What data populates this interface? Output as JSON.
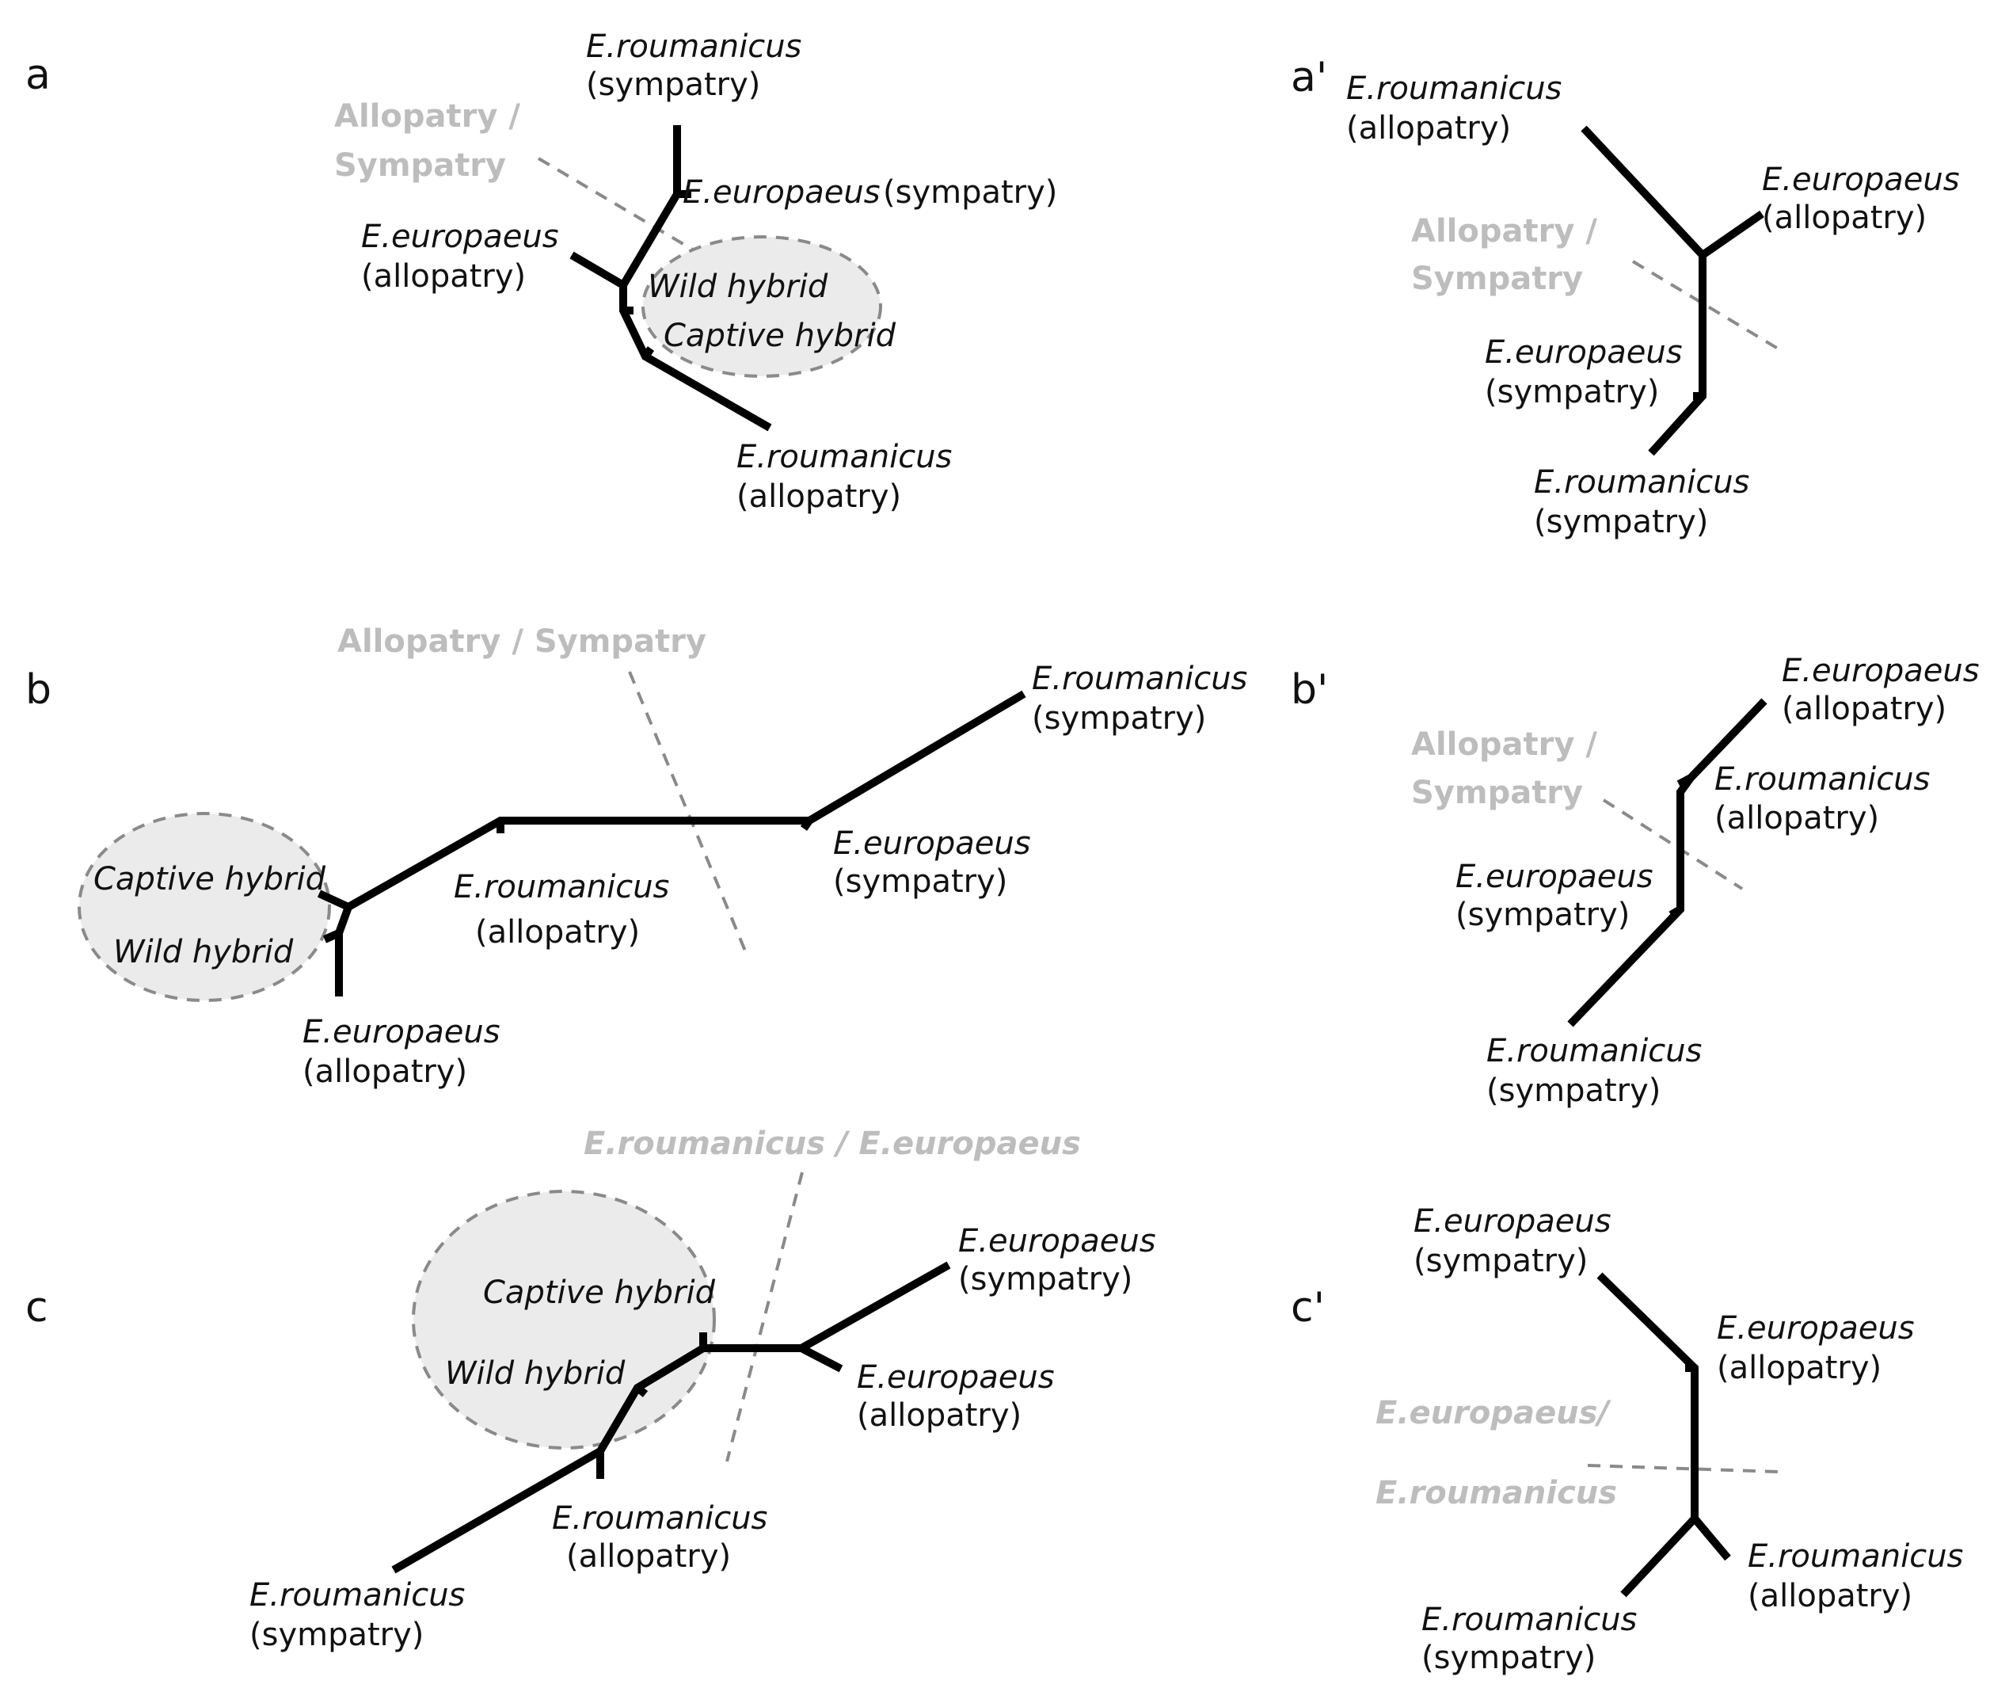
{
  "panels": {
    "a": "a",
    "a_prime": "a'",
    "b": "b",
    "b_prime": "b'",
    "c": "c",
    "c_prime": "c'"
  },
  "species": {
    "roumanicus": "E.roumanicus",
    "europaeus": "E.europaeus",
    "europaeus_noparen": "E.europaeus"
  },
  "habitats": {
    "sympatry": "(sympatry)",
    "allopatry": "(allopatry)"
  },
  "hybrids": {
    "wild": "Wild hybrid",
    "captive": "Captive hybrid"
  },
  "separators": {
    "allo_sym_line1": "Allopatry /",
    "allo_sym_line2": "Sympatry",
    "allo_sym_full": "Allopatry / Sympatry",
    "species_split": "E.roumanicus / E.europaeus",
    "species_split_line1": "E.europaeus/",
    "species_split_line2": "E.roumanicus"
  },
  "colors": {
    "branch": "#000000",
    "separator_text": "#bdbdbd",
    "dashed_line": "#8a8a8a",
    "hybrid_fill": "#ebebeb"
  }
}
